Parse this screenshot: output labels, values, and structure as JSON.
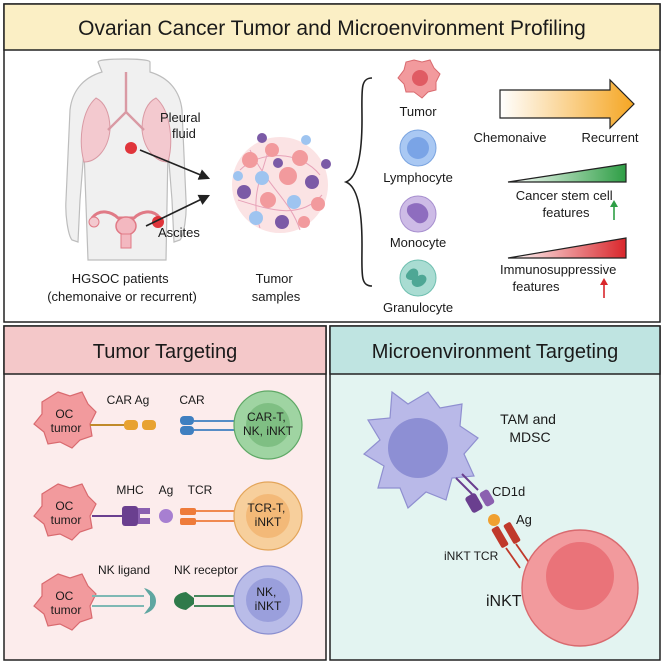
{
  "header": {
    "title": "Ovarian Cancer Tumor and Microenvironment Profiling"
  },
  "top_panel": {
    "patient_labels": {
      "pleural": [
        "Pleural",
        "fluid"
      ],
      "ascites": "Ascites",
      "patients": [
        "HGSOC patients",
        "(chemonaive or recurrent)"
      ]
    },
    "samples_label": [
      "Tumor",
      "samples"
    ],
    "cell_types": [
      "Tumor",
      "Lymphocyte",
      "Monocyte",
      "Granulocyte"
    ],
    "progression": {
      "start": "Chemonaive",
      "end": "Recurrent"
    },
    "features": {
      "stem": [
        "Cancer stem cell",
        "features"
      ],
      "immuno": [
        "Immunosuppressive",
        "features"
      ]
    }
  },
  "tumor_panel": {
    "title": "Tumor Targeting",
    "rows": [
      {
        "tumor": [
          "OC",
          "tumor"
        ],
        "ligand_label": "CAR Ag",
        "receptor_label": "CAR",
        "effector": [
          "CAR-T,",
          "NK, iNKT"
        ]
      },
      {
        "tumor": [
          "OC",
          "tumor"
        ],
        "ligand_label": "MHC",
        "antigen_label": "Ag",
        "receptor_label": "TCR",
        "effector": [
          "TCR-T,",
          "iNKT"
        ]
      },
      {
        "tumor": [
          "OC",
          "tumor"
        ],
        "ligand_label": "NK ligand",
        "receptor_label": "NK receptor",
        "effector": [
          "NK,",
          "iNKT"
        ]
      }
    ]
  },
  "micro_panel": {
    "title": "Microenvironment Targeting",
    "myeloid_label": [
      "TAM and",
      "MDSC"
    ],
    "cd1d_label": "CD1d",
    "ag_label": "Ag",
    "tcr_label": "iNKT TCR",
    "inkt_label": "iNKT"
  },
  "colors": {
    "header_bg": "#fbefc5",
    "tumor_header_bg": "#f4c8c9",
    "tumor_panel_bg": "#fcecec",
    "micro_header_bg": "#bfe4e1",
    "micro_panel_bg": "#e3f4f1",
    "tumor_cell": "#f29a9d",
    "arrow_orange": "#f5a623",
    "stem_green": "#2e9e45",
    "immuno_red": "#d9262b"
  }
}
